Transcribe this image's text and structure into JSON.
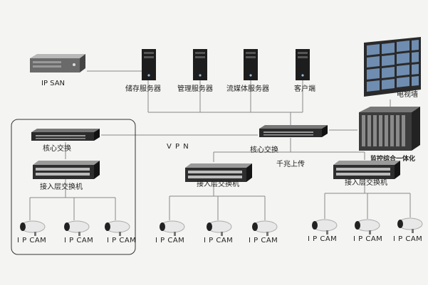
{
  "servers": {
    "storage": "储存服务器",
    "management": "管理服务器",
    "streaming": "流媒体服务器",
    "client": "客户端"
  },
  "storage_array": "IP SAN",
  "video_wall": "电视墙",
  "integrated_unit": "监控综合一体化",
  "vpn": "V P N",
  "gigabit_uplink": "千兆上传",
  "left_site": {
    "core_switch": "核心交换",
    "access_switch": "接入层交换机",
    "cameras": [
      "I P CAM",
      "I P CAM",
      "I P CAM"
    ]
  },
  "center_site": {
    "core_switch": "核心交换",
    "access_switch": "接入层交换机",
    "cameras": [
      "I P CAM",
      "I P CAM",
      "I P CAM"
    ]
  },
  "right_site": {
    "access_switch": "接入层交换机",
    "cameras": [
      "I P CAM",
      "I P CAM",
      "I P CAM"
    ]
  }
}
